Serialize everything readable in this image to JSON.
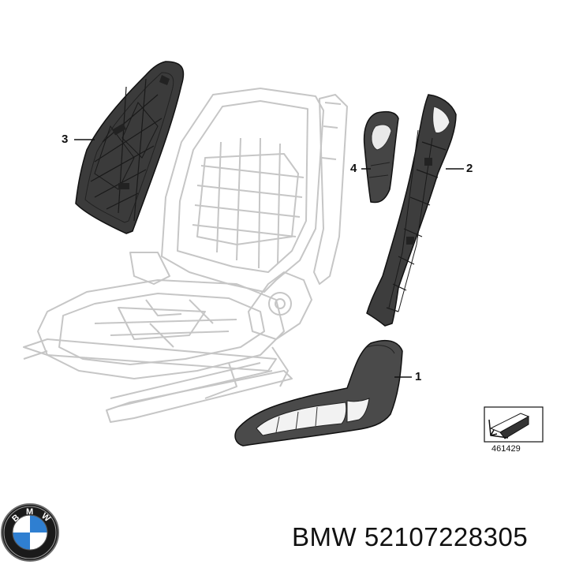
{
  "diagram": {
    "callouts": [
      {
        "id": "1",
        "label": "1"
      },
      {
        "id": "2",
        "label": "2"
      },
      {
        "id": "3",
        "label": "3"
      },
      {
        "id": "4",
        "label": "4"
      }
    ],
    "reference_number": "461429"
  },
  "caption": {
    "brand": "BMW",
    "part_number": "52107228305",
    "full": "BMW 52107228305"
  },
  "logo": {
    "letters": [
      "B",
      "M",
      "W"
    ]
  },
  "colors": {
    "part_fill": "#3a3a3a",
    "part_dark": "#1a1a1a",
    "frame_stroke": "#c4c4c4",
    "bmw_blue": "#2f7fd1",
    "text": "#111111"
  }
}
